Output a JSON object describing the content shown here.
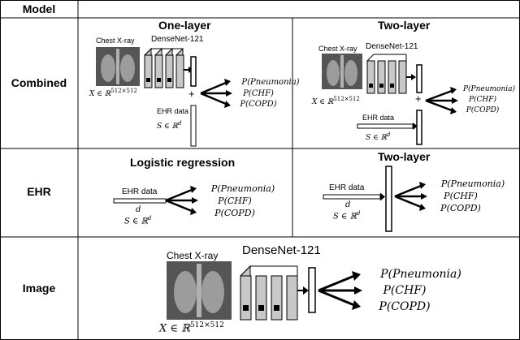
{
  "header": {
    "model_label": "Model"
  },
  "rows": {
    "combined": "Combined",
    "ehr": "EHR",
    "image": "Image"
  },
  "sections": {
    "combined_one_layer": "One-layer",
    "combined_two_layer": "Two-layer",
    "ehr_logistic": "Logistic regression",
    "ehr_two_layer": "Two-layer"
  },
  "labels": {
    "chest_xray": "Chest X-ray",
    "densenet": "DenseNet-121",
    "ehr_data": "EHR data",
    "x_dim": "X ∈ ℝ",
    "x_sup": "512×512",
    "s_dim": "S ∈ ℝ",
    "s_sup": "d",
    "d": "d",
    "plus": "+"
  },
  "outputs": [
    "P(Pneumonia)",
    "P(CHF)",
    "P(COPD)"
  ],
  "colors": {
    "grid": "#000000",
    "block": "#c8c8c8",
    "lock": "#000000"
  }
}
